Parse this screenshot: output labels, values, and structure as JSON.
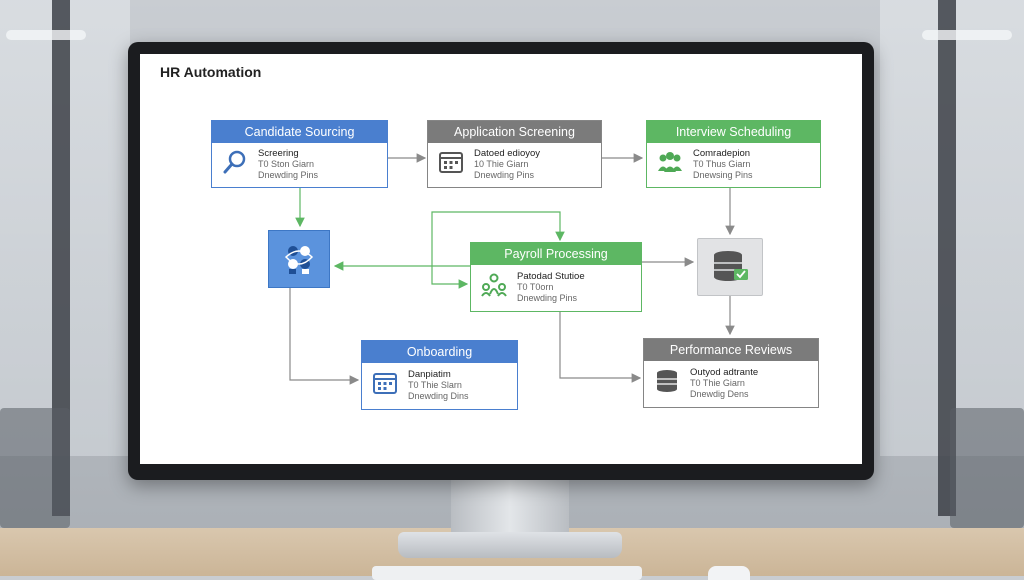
{
  "app": {
    "title": "HR Automation"
  },
  "colors": {
    "blue": "#4a7fcf",
    "gray": "#7b7b7b",
    "green": "#5db763",
    "connector_gray": "#8a8a8a",
    "connector_green": "#5db763"
  },
  "cards": {
    "candidate_sourcing": {
      "title": "Candidate Sourcing",
      "line1": "Screering",
      "line2": "T0 Ston Giarn",
      "line3": "Dnewding Pins",
      "icon": "magnifier-icon"
    },
    "application_screening": {
      "title": "Application Screening",
      "line1": "Datoed edioyoy",
      "line2": "10 Thie Giarn",
      "line3": "Dnewding Pins",
      "icon": "calendar-icon"
    },
    "interview_scheduling": {
      "title": "Interview Scheduling",
      "line1": "Comradepion",
      "line2": "T0 Thus Giarn",
      "line3": "Dnewsing Pins",
      "icon": "people-group-icon"
    },
    "payroll_processing": {
      "title": "Payroll Processing",
      "line1": "Patodad Stutioe",
      "line2": "T0 T0orn",
      "line3": "Dnewding Pins",
      "icon": "people-network-icon"
    },
    "onboarding": {
      "title": "Onboarding",
      "line1": "Danpiatim",
      "line2": "T0 Thie Slarn",
      "line3": "Dnewding Dins",
      "icon": "calendar-icon"
    },
    "performance_reviews": {
      "title": "Performance Reviews",
      "line1": "Outyod adtrante",
      "line2": "T0 Thie Giarn",
      "line3": "Dnewdig Dens",
      "icon": "database-icon"
    }
  },
  "nodes": {
    "hub": {
      "icon": "network-puzzle-icon"
    },
    "database_check": {
      "icon": "database-check-icon"
    }
  }
}
